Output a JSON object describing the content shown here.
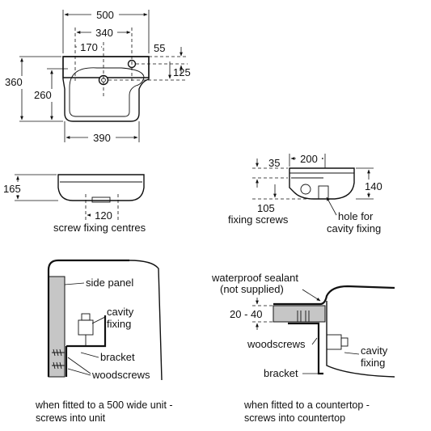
{
  "dimensions": {
    "top_width": "500",
    "tap_span": "340",
    "tap_half": "170",
    "tap_offset": "55",
    "height": "360",
    "bowl_height": "260",
    "tap_depth": "125",
    "bottom_width": "390",
    "front_height": "165",
    "screw_centres": "120",
    "side_depth_offset": "35",
    "side_width": "200",
    "side_height": "140",
    "fixing_offset": "105",
    "countertop_range": "20 - 40"
  },
  "labels": {
    "screw_fixing_centres": "screw fixing centres",
    "fixing_screws": "fixing screws",
    "hole_for": "hole for",
    "cavity_fixing_line": "cavity fixing",
    "side_panel": "side panel",
    "cavity_left_1": "cavity",
    "cavity_left_2": "fixing",
    "bracket_left": "bracket",
    "woodscrews_left": "woodscrews",
    "sealant_1": "waterproof sealant",
    "sealant_2": "(not supplied)",
    "woodscrews_right": "woodscrews",
    "cavity_right_1": "cavity",
    "cavity_right_2": "fixing",
    "bracket_right": "bracket"
  },
  "captions": {
    "left_1": "when fitted to a 500 wide unit -",
    "left_2": "screws into unit",
    "right_1": "when fitted to a countertop -",
    "right_2": "screws into countertop"
  },
  "colors": {
    "line": "#111111",
    "panel_fill": "#c6c6c6"
  }
}
